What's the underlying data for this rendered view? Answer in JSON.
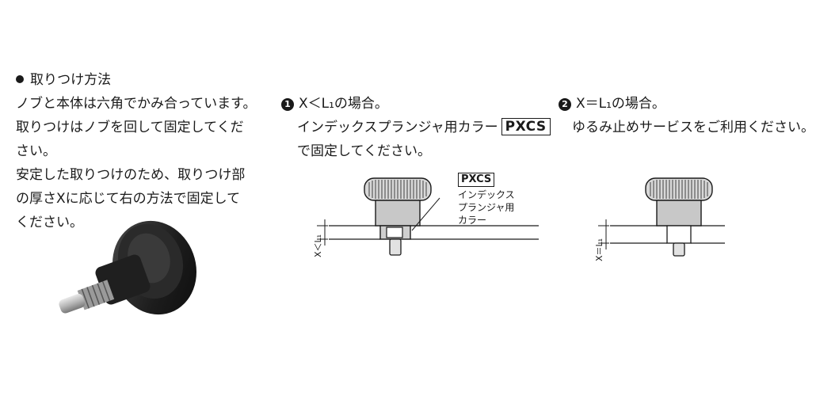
{
  "left": {
    "heading": "取りつけ方法",
    "lines": [
      "ノブと本体は六角でかみ合っています。",
      "取りつけはノブを回して固定してくだ",
      "さい。",
      "安定した取りつけのため、取りつけ部",
      "の厚さXに応じて右の方法で固定して",
      "ください。"
    ]
  },
  "case1": {
    "number": "1",
    "title": "X＜L₁の場合。",
    "line2_text": "インデックスプランジャ用カラー",
    "line2_code": "PXCS",
    "line3": "で固定してください。",
    "tag_code": "PXCS",
    "tag_lines": [
      "インデックス",
      "プランジャ用",
      "カラー"
    ],
    "dim_label": "X＜L₁"
  },
  "case2": {
    "number": "2",
    "title": "X＝L₁の場合。",
    "line2": "ゆるみ止めサービスをご利用ください。",
    "dim_label": "X＝L₁"
  }
}
